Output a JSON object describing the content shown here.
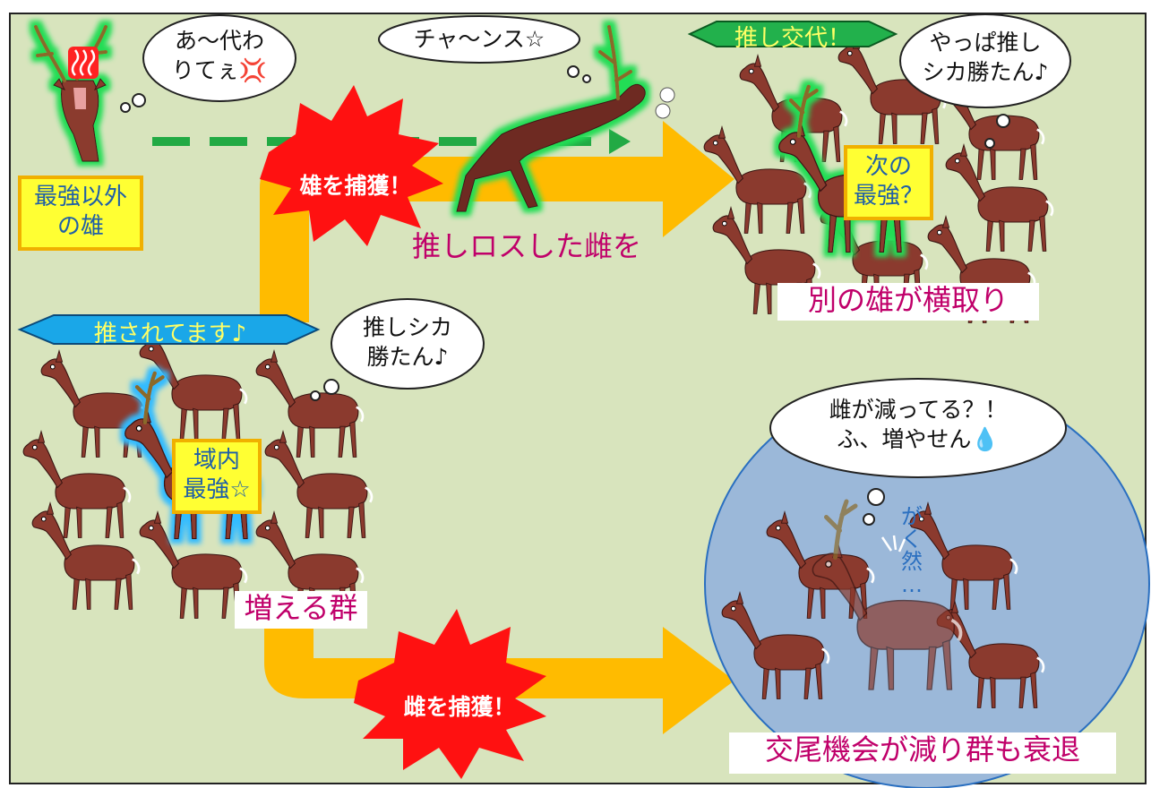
{
  "colors": {
    "panel_bg": "#d8e4bd",
    "deer_body": "#8b3a2e",
    "deer_dark": "#5e2320",
    "arrow_orange": "#ffbb00",
    "dash_green": "#22aa44",
    "burst_red": "#ff1111",
    "tag_blue": "#1aa7e8",
    "tag_green": "#22b14c",
    "circle_blue": "#9bb8d9",
    "label_magenta": "#c0006a",
    "label_blue": "#1f5fa8"
  },
  "labels": {
    "non_strongest_male": "最強以外\nの雄",
    "next_strongest": "次の\n最強？",
    "local_strongest": "域内\n最強☆",
    "steal_female": "推しロスした雌を",
    "other_male_takes": "別の雄が横取り",
    "growing_herd": "増える群",
    "decline": "交尾機会が減り群も衰退",
    "shock": "がく然…"
  },
  "bursts": {
    "capture_male": "雄を捕獲！",
    "capture_female": "雌を捕獲！"
  },
  "tags": {
    "oshi_change": "推し交代！",
    "being_oshi": "推されてます♪"
  },
  "clouds": {
    "want_replace": "あ〜代わ\nりてぇ💢",
    "chance": "チャ〜ンス☆",
    "still_oshi": "やっぱ推し\nシカ勝たん♪",
    "oshi_shika": "推しシカ\n勝たん♪",
    "females_decreasing": "雌が減ってる？！\nふ、増やせん💧"
  },
  "icons": [
    "hot-spring-icon",
    "anger-mark-icon",
    "sweat-drop-icon",
    "shock-lines-icon"
  ]
}
